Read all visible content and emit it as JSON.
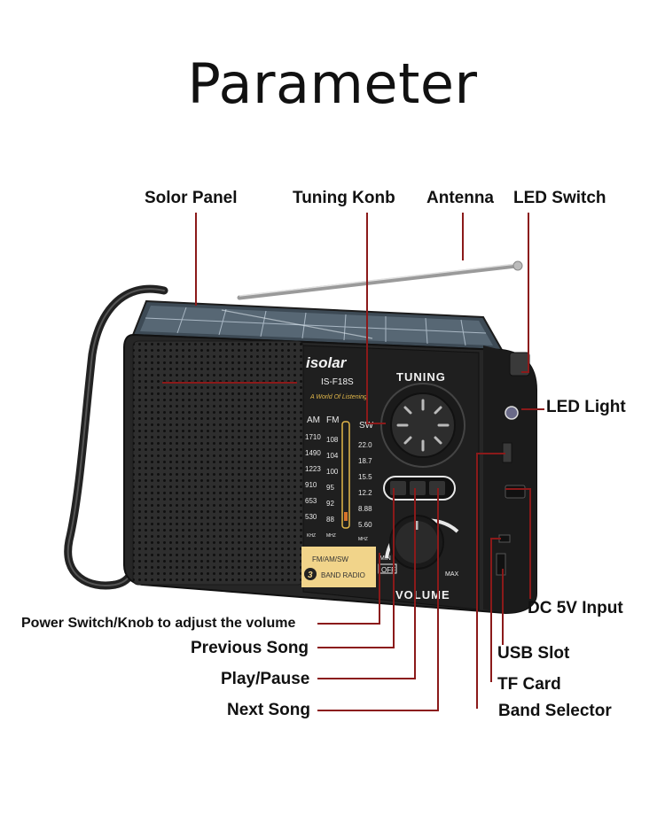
{
  "title": "Parameter",
  "labels": {
    "solar_panel": "Solor Panel",
    "tuning_knob": "Tuning Konb",
    "antenna": "Antenna",
    "led_switch": "LED Switch",
    "led_light": "LED Light",
    "dc_input": "DC 5V Input",
    "usb_slot": "USB Slot",
    "tf_card": "TF Card",
    "band_selector": "Band Selector",
    "power_switch": "Power Switch/Knob to adjust the volume",
    "previous_song": "Previous Song",
    "play_pause": "Play/Pause",
    "next_song": "Next Song"
  },
  "device": {
    "brand": "isolar",
    "model": "IS-F18S",
    "slogan": "A World Of Listening",
    "tuning_label": "TUNING",
    "volume_label": "VOLUME",
    "min_label": "MIN",
    "max_label": "MAX",
    "off_label": "OFF",
    "band_badge_line1": "FM/AM/SW",
    "band_badge_number": "3",
    "band_badge_line2": "BAND RADIO",
    "scale_headers": [
      "AM",
      "FM",
      "SW"
    ],
    "am_values": [
      "1710",
      "1490",
      "1223",
      "910",
      "653",
      "530"
    ],
    "fm_values": [
      "108",
      "104",
      "100",
      "95",
      "92",
      "88"
    ],
    "sw_values": [
      "22.0",
      "18.7",
      "15.5",
      "12.2",
      "8.88",
      "5.60"
    ],
    "units": [
      "KHZ",
      "MHZ",
      "MHZ"
    ]
  },
  "colors": {
    "leader_line": "#8b1a1a",
    "body": "#2a2a2a",
    "panel": "#1e1e1e",
    "badge": "#f1d48a",
    "tuner_marker": "#d8742a"
  }
}
